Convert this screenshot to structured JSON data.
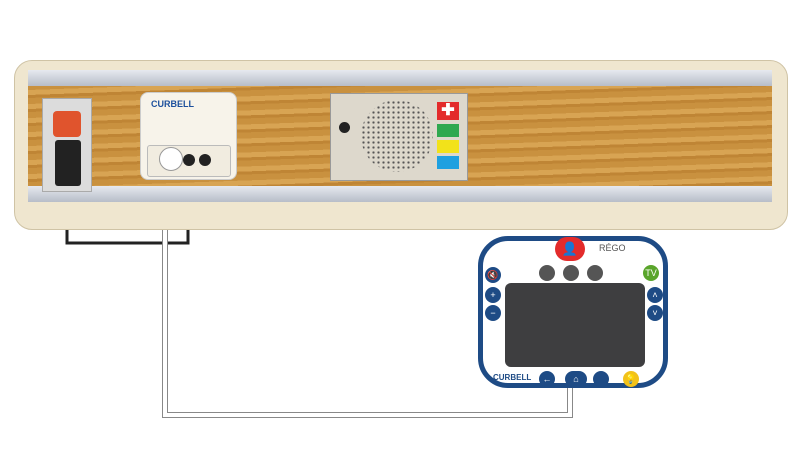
{
  "box": {
    "brand": "CURBELL"
  },
  "tablet": {
    "brand": "CURBELL",
    "model": "RÉGO",
    "tv_label": "TV"
  },
  "colors": {
    "red": "#e32b2b",
    "green": "#2fa84f",
    "yellow": "#f2e21a",
    "blue": "#1ea0e0",
    "navy": "#1e4b85"
  }
}
